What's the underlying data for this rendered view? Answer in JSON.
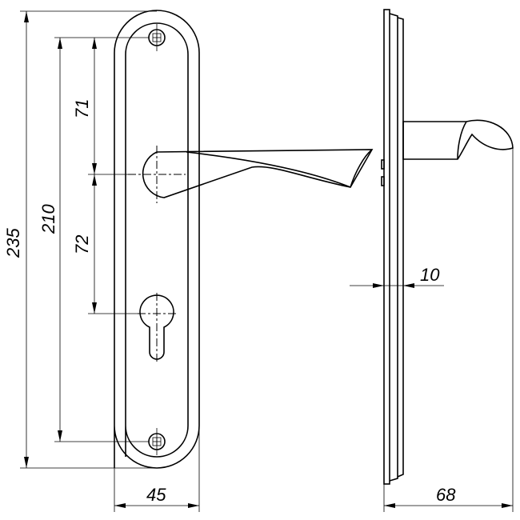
{
  "title": "Door handle on plate — dimensional drawing",
  "dimensions": {
    "overall_height": "235",
    "screw_spacing": "210",
    "screw_to_handle": "71",
    "handle_to_keyhole": "72",
    "plate_width": "45",
    "plate_thickness": "10",
    "projection": "68"
  },
  "colors": {
    "line": "#000000",
    "background": "#ffffff"
  }
}
